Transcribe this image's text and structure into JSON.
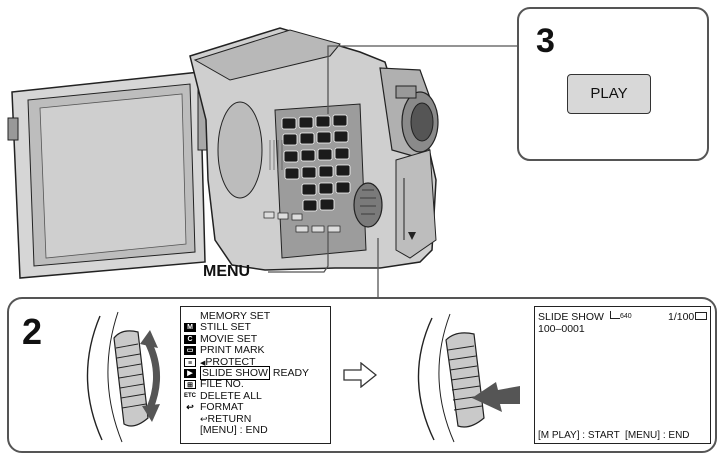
{
  "callouts": {
    "step3": {
      "number": "3",
      "button_label": "PLAY"
    },
    "menu_label": "MENU",
    "step2": {
      "number": "2"
    }
  },
  "menu_screen": {
    "items": [
      {
        "label": "MEMORY SET",
        "icon": "none"
      },
      {
        "label": "STILL SET",
        "icon": "memory-icon"
      },
      {
        "label": "MOVIE SET",
        "icon": "camera-icon"
      },
      {
        "label": "PRINT MARK",
        "icon": "tape-icon"
      },
      {
        "label": "PROTECT",
        "icon": "setup-icon"
      },
      {
        "label": "SLIDE SHOW",
        "icon": "playback-icon"
      },
      {
        "label": "FILE NO.",
        "icon": "tv-icon"
      },
      {
        "label": "DELETE ALL",
        "icon": "etc-icon"
      },
      {
        "label": "FORMAT",
        "icon": "return-icon"
      },
      {
        "label": "RETURN",
        "icon": "none"
      },
      {
        "label": "[MENU] : END",
        "icon": "none"
      }
    ],
    "selected_value": "READY",
    "icon_text": {
      "memory": "M",
      "camera": "C",
      "tape": "▭",
      "setup": "≡",
      "playback": "▶",
      "tv": "⊞",
      "etc": "ETC",
      "return": "↩"
    }
  },
  "slide_screen": {
    "title": "SLIDE SHOW",
    "size": "640",
    "counter": "1/100",
    "file_no": "100–0001",
    "footer": "[M PLAY] : START  [MENU] : END"
  },
  "colors": {
    "line": "#222222",
    "box_bg": "#ffffff",
    "button_bg": "#d8d8d8",
    "arrow_fill": "#555555"
  }
}
